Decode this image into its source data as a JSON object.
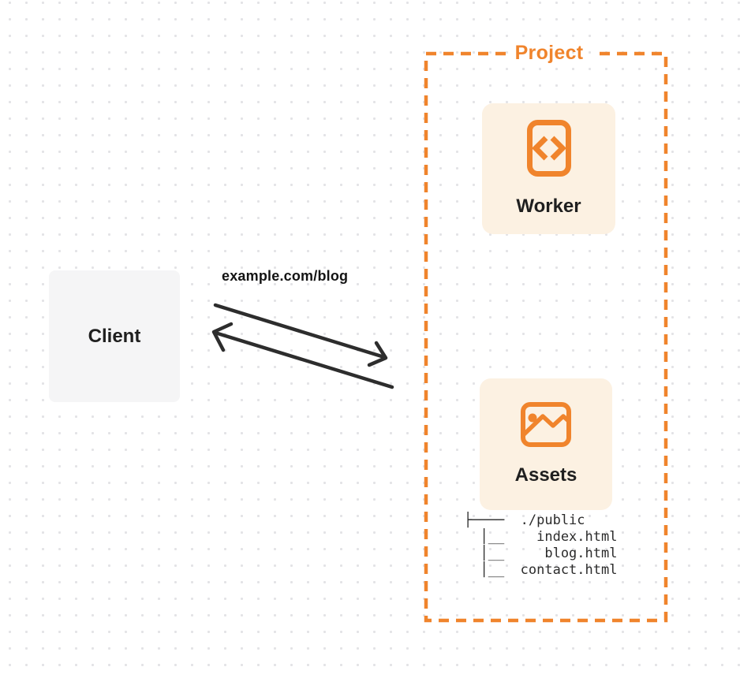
{
  "diagram": {
    "client": {
      "label": "Client"
    },
    "request": {
      "url": "example.com/blog"
    },
    "project": {
      "label": "Project",
      "nodes": [
        {
          "id": "worker",
          "label": "Worker",
          "icon": "code-document-icon"
        },
        {
          "id": "assets",
          "label": "Assets",
          "icon": "image-icon"
        }
      ],
      "file_tree": {
        "lines": [
          "├────  ./public",
          "  │__    index.html",
          "  │__     blog.html",
          "  │__  contact.html"
        ]
      }
    },
    "colors": {
      "accent_orange": "#f0842c",
      "card_cream": "#fcf1e2",
      "client_gray": "#f5f5f6",
      "arrow_dark": "#2d2d2d",
      "text_dark": "#1f1f1f",
      "dot_grid": "#e3e3e6"
    }
  }
}
